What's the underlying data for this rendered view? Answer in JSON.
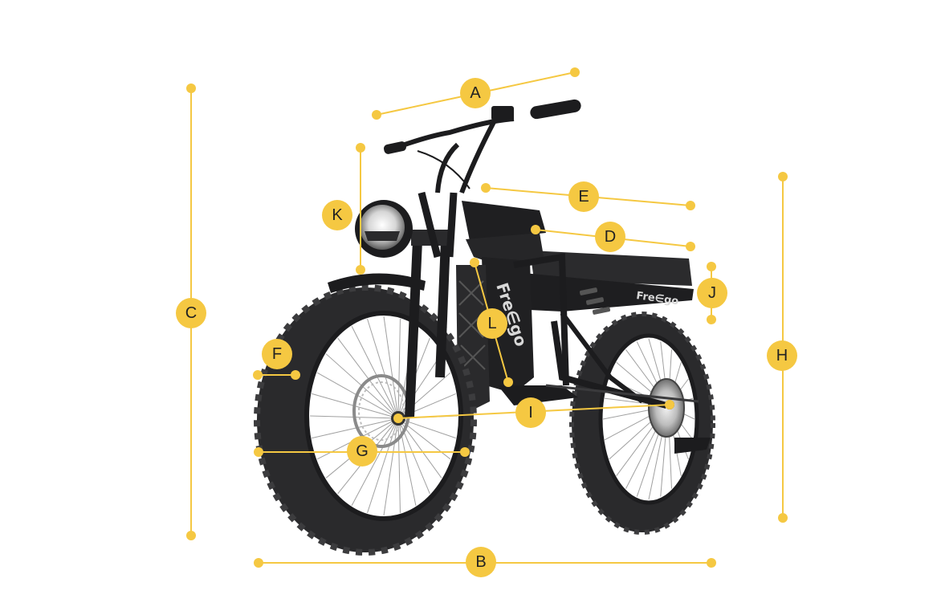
{
  "colors": {
    "accent": "#f5c842",
    "frame": "#1c1c1e",
    "tire": "#2a2a2c",
    "spoke": "#9a9a9a",
    "background": "#ffffff"
  },
  "brand": {
    "text": "Fre∈go",
    "icon": "fiido-logo"
  },
  "labels": {
    "a": "A",
    "b": "B",
    "c": "C",
    "d": "D",
    "e": "E",
    "f": "F",
    "g": "G",
    "h": "H",
    "i": "I",
    "j": "J",
    "k": "K",
    "l": "L"
  }
}
